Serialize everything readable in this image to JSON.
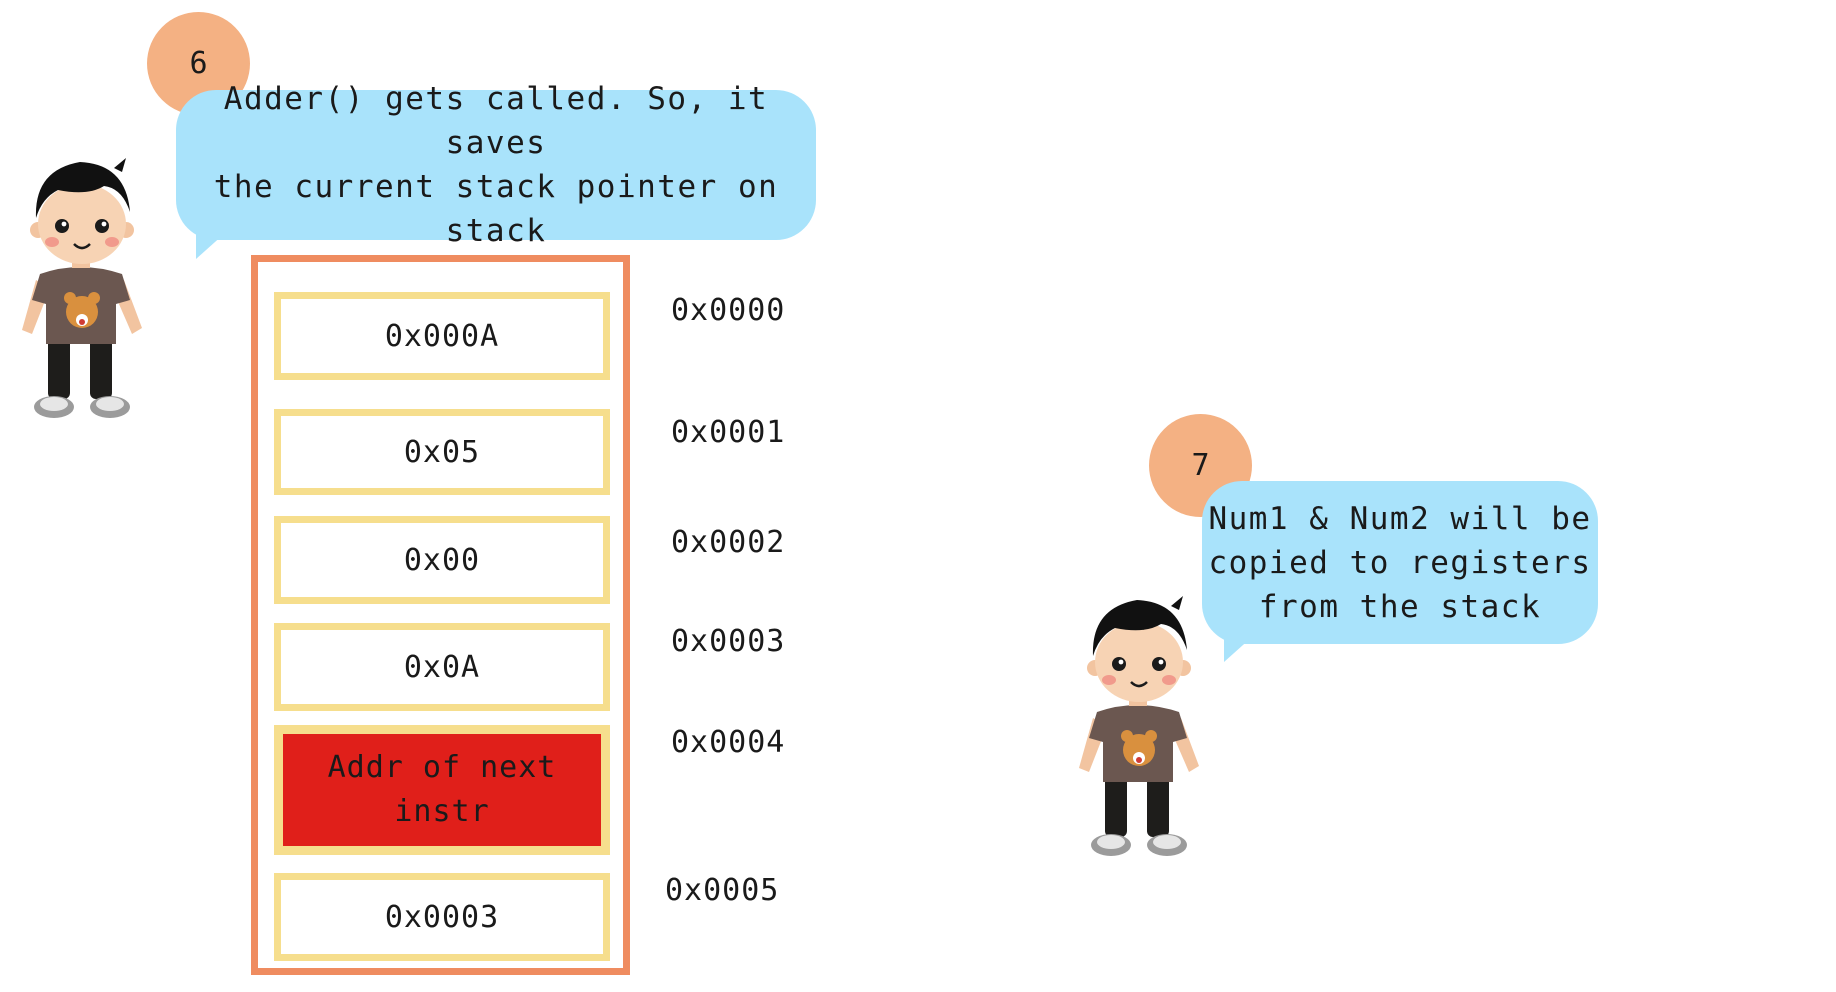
{
  "steps": [
    {
      "number": "6",
      "bubble_lines": [
        "Adder() gets called. So, it saves",
        "the current stack pointer on stack"
      ]
    },
    {
      "number": "7",
      "bubble_lines": [
        "Num1 & Num2 will be",
        "copied to registers",
        "from the stack"
      ]
    }
  ],
  "stack": {
    "cells": [
      {
        "value": "0x000A",
        "address": "0x0000"
      },
      {
        "value": "0x05",
        "address": "0x0001"
      },
      {
        "value": "0x00",
        "address": "0x0002"
      },
      {
        "value": "0x0A",
        "address": "0x0003"
      },
      {
        "value_lines": [
          "Addr of next",
          "instr"
        ],
        "address": "0x0004",
        "highlighted": true
      },
      {
        "value": "0x0003",
        "address": "0x0005"
      }
    ]
  },
  "colors": {
    "badge": "#f4b183",
    "bubble": "#a9e3fb",
    "stack_border": "#ef8c60",
    "cell_border": "#f6de8d",
    "highlight_cell": "#e01f1a"
  },
  "icons": [
    "boy-character-icon",
    "boy-character-icon"
  ]
}
